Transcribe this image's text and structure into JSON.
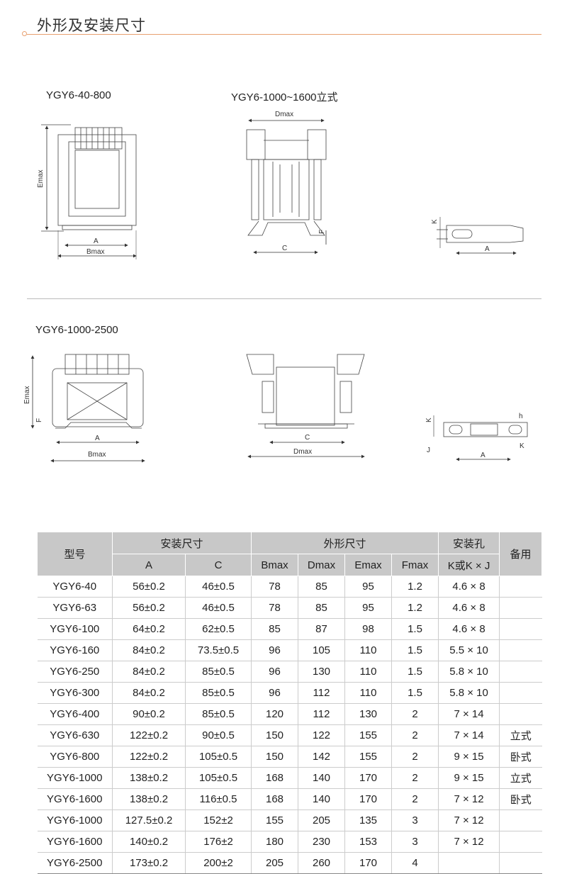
{
  "page_title": "外形及安装尺寸",
  "diagrams": {
    "d1_label": "YGY6-40-800",
    "d2_label": "YGY6-1000~1600立式",
    "d3_label": "YGY6-1000-2500",
    "dims": {
      "A": "A",
      "Bmax": "Bmax",
      "C": "C",
      "Dmax": "Dmax",
      "Emax": "Emax",
      "F": "F",
      "K": "K",
      "J": "J",
      "h": "h"
    }
  },
  "table": {
    "group_headers": {
      "model": "型号",
      "install_dims": "安装尺寸",
      "outline_dims": "外形尺寸",
      "mount_hole": "安装孔",
      "remark": "备用"
    },
    "sub_headers": {
      "A": "A",
      "C": "C",
      "Bmax": "Bmax",
      "Dmax": "Dmax",
      "Emax": "Emax",
      "Fmax": "Fmax",
      "hole": "K或K × J"
    },
    "rows": [
      {
        "model": "YGY6-40",
        "A": "56±0.2",
        "C": "46±0.5",
        "Bmax": "78",
        "Dmax": "85",
        "Emax": "95",
        "Fmax": "1.2",
        "hole": "4.6 × 8",
        "remark": ""
      },
      {
        "model": "YGY6-63",
        "A": "56±0.2",
        "C": "46±0.5",
        "Bmax": "78",
        "Dmax": "85",
        "Emax": "95",
        "Fmax": "1.2",
        "hole": "4.6 × 8",
        "remark": ""
      },
      {
        "model": "YGY6-100",
        "A": "64±0.2",
        "C": "62±0.5",
        "Bmax": "85",
        "Dmax": "87",
        "Emax": "98",
        "Fmax": "1.5",
        "hole": "4.6 × 8",
        "remark": ""
      },
      {
        "model": "YGY6-160",
        "A": "84±0.2",
        "C": "73.5±0.5",
        "Bmax": "96",
        "Dmax": "105",
        "Emax": "110",
        "Fmax": "1.5",
        "hole": "5.5 × 10",
        "remark": ""
      },
      {
        "model": "YGY6-250",
        "A": "84±0.2",
        "C": "85±0.5",
        "Bmax": "96",
        "Dmax": "130",
        "Emax": "110",
        "Fmax": "1.5",
        "hole": "5.8 × 10",
        "remark": ""
      },
      {
        "model": "YGY6-300",
        "A": "84±0.2",
        "C": "85±0.5",
        "Bmax": "96",
        "Dmax": "112",
        "Emax": "110",
        "Fmax": "1.5",
        "hole": "5.8 × 10",
        "remark": ""
      },
      {
        "model": "YGY6-400",
        "A": "90±0.2",
        "C": "85±0.5",
        "Bmax": "120",
        "Dmax": "112",
        "Emax": "130",
        "Fmax": "2",
        "hole": "7 × 14",
        "remark": ""
      },
      {
        "model": "YGY6-630",
        "A": "122±0.2",
        "C": "90±0.5",
        "Bmax": "150",
        "Dmax": "122",
        "Emax": "155",
        "Fmax": "2",
        "hole": "7 × 14",
        "remark": "立式"
      },
      {
        "model": "YGY6-800",
        "A": "122±0.2",
        "C": "105±0.5",
        "Bmax": "150",
        "Dmax": "142",
        "Emax": "155",
        "Fmax": "2",
        "hole": "9 × 15",
        "remark": "卧式"
      },
      {
        "model": "YGY6-1000",
        "A": "138±0.2",
        "C": "105±0.5",
        "Bmax": "168",
        "Dmax": "140",
        "Emax": "170",
        "Fmax": "2",
        "hole": "9 × 15",
        "remark": "立式"
      },
      {
        "model": "YGY6-1600",
        "A": "138±0.2",
        "C": "116±0.5",
        "Bmax": "168",
        "Dmax": "140",
        "Emax": "170",
        "Fmax": "2",
        "hole": "7 × 12",
        "remark": "卧式"
      },
      {
        "model": "YGY6-1000",
        "A": "127.5±0.2",
        "C": "152±2",
        "Bmax": "155",
        "Dmax": "205",
        "Emax": "135",
        "Fmax": "3",
        "hole": "7 × 12",
        "remark": ""
      },
      {
        "model": "YGY6-1600",
        "A": "140±0.2",
        "C": "176±2",
        "Bmax": "180",
        "Dmax": "230",
        "Emax": "153",
        "Fmax": "3",
        "hole": "7 × 12",
        "remark": ""
      },
      {
        "model": "YGY6-2500",
        "A": "173±0.2",
        "C": "200±2",
        "Bmax": "205",
        "Dmax": "260",
        "Emax": "170",
        "Fmax": "4",
        "hole": "",
        "remark": ""
      }
    ]
  }
}
